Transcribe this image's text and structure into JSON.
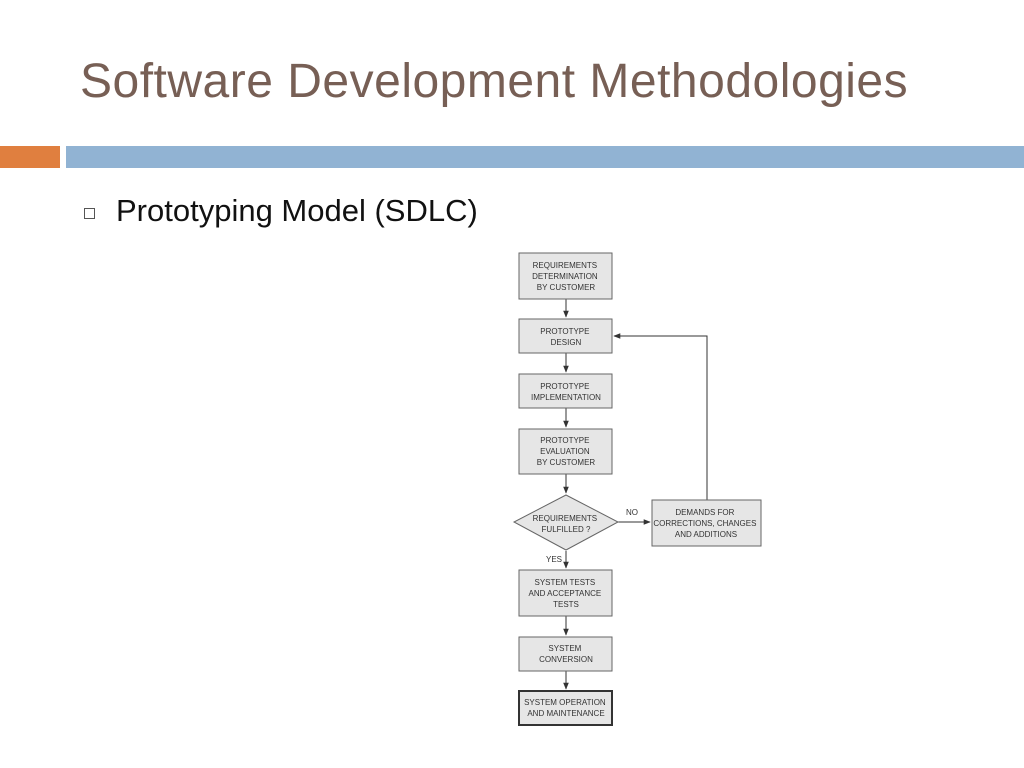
{
  "slide": {
    "title": "Software Development Methodologies",
    "bullet": "Prototyping Model (SDLC)"
  },
  "colors": {
    "title": "#775f55",
    "accent_orange": "#e07f3f",
    "accent_blue": "#91b3d3",
    "box_fill": "#e6e6e6",
    "box_stroke": "#666666"
  },
  "flowchart": {
    "requirements": [
      "REQUIREMENTS",
      "DETERMINATION",
      "BY CUSTOMER"
    ],
    "prototype_design": [
      "PROTOTYPE",
      "DESIGN"
    ],
    "prototype_implementation": [
      "PROTOTYPE",
      "IMPLEMENTATION"
    ],
    "prototype_evaluation": [
      "PROTOTYPE",
      "EVALUATION",
      "BY CUSTOMER"
    ],
    "decision": [
      "REQUIREMENTS",
      "FULFILLED ?"
    ],
    "demands": [
      "DEMANDS FOR",
      "CORRECTIONS, CHANGES",
      "AND ADDITIONS"
    ],
    "system_tests": [
      "SYSTEM TESTS",
      "AND ACCEPTANCE",
      "TESTS"
    ],
    "system_conversion": [
      "SYSTEM",
      "CONVERSION"
    ],
    "system_operation": [
      "SYSTEM OPERATION",
      "AND MAINTENANCE"
    ],
    "no_label": "NO",
    "yes_label": "YES"
  }
}
